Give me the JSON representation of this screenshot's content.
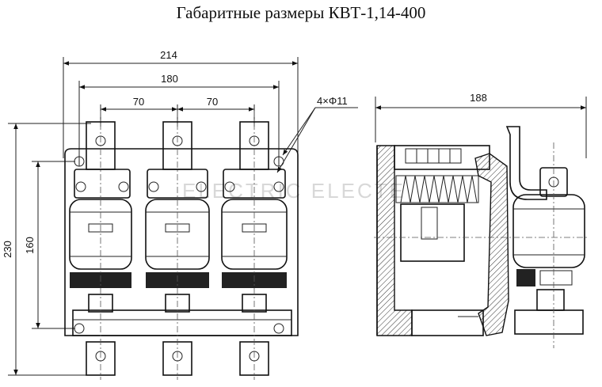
{
  "title": "Габаритные размеры КВТ-1,14-400",
  "front_view": {
    "width_overall": "214",
    "width_mounting": "180",
    "pole_pitch_1": "70",
    "pole_pitch_2": "70",
    "height_overall": "230",
    "height_mounting": "160",
    "holes": "4×Φ11"
  },
  "side_view": {
    "depth_overall": "188"
  },
  "watermark": "ELECTRIC ELECTE"
}
